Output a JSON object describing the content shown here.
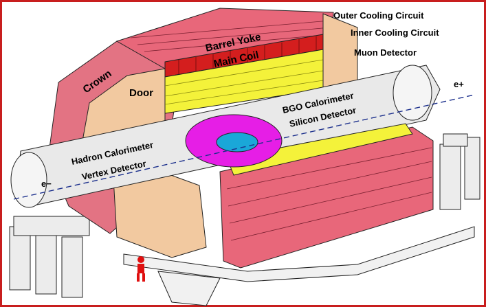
{
  "labels": {
    "outer_cooling_circuit": "Outer Cooling Circuit",
    "inner_cooling_circuit": "Inner Cooling Circuit",
    "barrel_yoke": "Barrel Yoke",
    "main_coil": "Main Coil",
    "muon_detector": "Muon Detector",
    "crown": "Crown",
    "door": "Door",
    "bgo_calorimeter": "BGO Calorimeter",
    "silicon_detector": "Silicon Detector",
    "hadron_calorimeter": "Hadron Calorimeter",
    "vertex_detector": "Vertex Detector",
    "positron": "e+",
    "electron": "e−"
  },
  "colors": {
    "frame_border": "#c81e1e",
    "yoke": "#e8677a",
    "yoke_dark": "#c94455",
    "coil": "#d41e1e",
    "muon": "#f4f23a",
    "bgo": "#e61ee6",
    "crown": "#e37383",
    "door": "#f2c9a0",
    "beam_pipe": "#e9e9e9",
    "support": "#ededed"
  }
}
